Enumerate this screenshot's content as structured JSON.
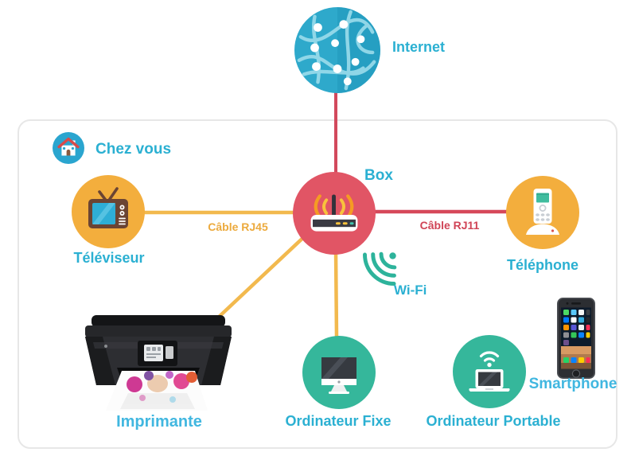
{
  "labels": {
    "internet": "Internet",
    "chez_vous": "Chez vous",
    "box": "Box",
    "televiseur": "Téléviseur",
    "telephone": "Téléphone",
    "imprimante": "Imprimante",
    "ordinateur_fixe": "Ordinateur Fixe",
    "ordinateur_portable": "Ordinateur Portable",
    "smartphone": "Smartphone",
    "cable_rj45": "Câble RJ45",
    "cable_rj11": "Câble RJ11",
    "wifi": "Wi-Fi"
  },
  "colors": {
    "node_yellow": "#f3ae3d",
    "node_red": "#e15565",
    "node_teal": "#35b79b",
    "node_blue": "#2ea9cb",
    "line_yellow": "#f2b94e",
    "line_red": "#d6485a",
    "label_teal": "#2bb0d2",
    "label_photo_blue": "#41b7e0",
    "rj45_text": "#ecaa3d",
    "rj11_text": "#d04456",
    "wifi_icon": "#2db39b",
    "home_border": "#e7e7e7"
  },
  "diagram": {
    "type": "home-network-diagram",
    "zone_label": "Chez vous",
    "nodes": [
      {
        "id": "internet",
        "label": "Internet",
        "zone": "outside",
        "icon": "globe-network"
      },
      {
        "id": "box",
        "label": "Box",
        "zone": "chez-vous",
        "icon": "router"
      },
      {
        "id": "televiseur",
        "label": "Téléviseur",
        "zone": "chez-vous",
        "icon": "tv"
      },
      {
        "id": "telephone",
        "label": "Téléphone",
        "zone": "chez-vous",
        "icon": "landline-phone"
      },
      {
        "id": "imprimante",
        "label": "Imprimante",
        "zone": "chez-vous",
        "icon": "printer-photo"
      },
      {
        "id": "ordinateur-fixe",
        "label": "Ordinateur Fixe",
        "zone": "chez-vous",
        "icon": "desktop-computer"
      },
      {
        "id": "ordinateur-portable",
        "label": "Ordinateur Portable",
        "zone": "chez-vous",
        "icon": "laptop-wifi"
      },
      {
        "id": "smartphone",
        "label": "Smartphone",
        "zone": "chez-vous",
        "icon": "iphone-photo"
      }
    ],
    "edges": [
      {
        "from": "internet",
        "to": "box",
        "style": "cable-red"
      },
      {
        "from": "box",
        "to": "televiseur",
        "style": "cable-yellow",
        "label": "Câble RJ45"
      },
      {
        "from": "box",
        "to": "telephone",
        "style": "cable-red",
        "label": "Câble RJ11"
      },
      {
        "from": "box",
        "to": "imprimante",
        "style": "cable-yellow"
      },
      {
        "from": "box",
        "to": "ordinateur-fixe",
        "style": "cable-yellow"
      }
    ],
    "wifi_indicator": {
      "label": "Wi-Fi",
      "near": "box"
    }
  }
}
